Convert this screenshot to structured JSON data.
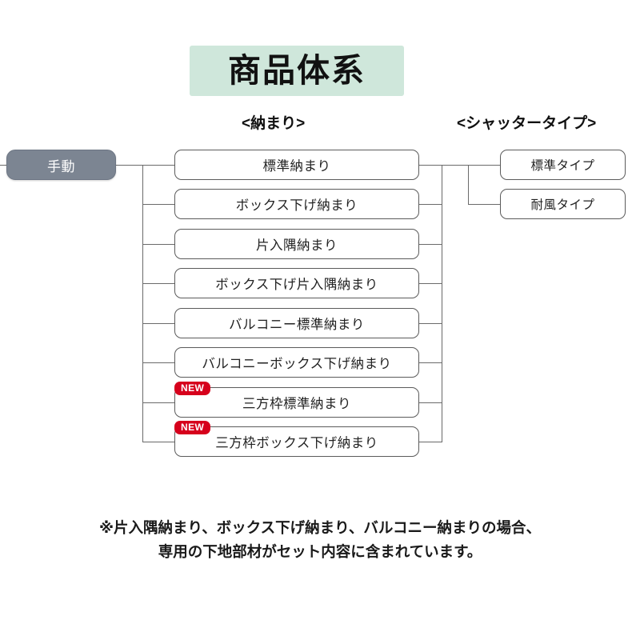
{
  "title": {
    "text": "商品体系"
  },
  "headers": {
    "osamari": "<納まり>",
    "shutter": "<シャッタータイプ>"
  },
  "root": {
    "label": "手動"
  },
  "badges": {
    "new_label": "NEW"
  },
  "osamari_nodes": [
    {
      "label": "標準納まり",
      "is_new": false
    },
    {
      "label": "ボックス下げ納まり",
      "is_new": false
    },
    {
      "label": "片入隅納まり",
      "is_new": false
    },
    {
      "label": "ボックス下げ片入隅納まり",
      "is_new": false
    },
    {
      "label": "バルコニー標準納まり",
      "is_new": false
    },
    {
      "label": "バルコニーボックス下げ納まり",
      "is_new": false
    },
    {
      "label": "三方枠標準納まり",
      "is_new": true
    },
    {
      "label": "三方枠ボックス下げ納まり",
      "is_new": true
    }
  ],
  "shutter_nodes": [
    {
      "label": "標準タイプ"
    },
    {
      "label": "耐風タイプ"
    }
  ],
  "footnote": {
    "line1": "※片入隅納まり、ボックス下げ納まり、バルコニー納まりの場合、",
    "line2": "専用の下地部材がセット内容に含まれています。"
  },
  "colors": {
    "title_background": "#cfe7db",
    "root_fill": "#7c8592",
    "badge_red": "#d6001c",
    "line": "#6a6a6a",
    "box_border": "#5b5b5b"
  }
}
